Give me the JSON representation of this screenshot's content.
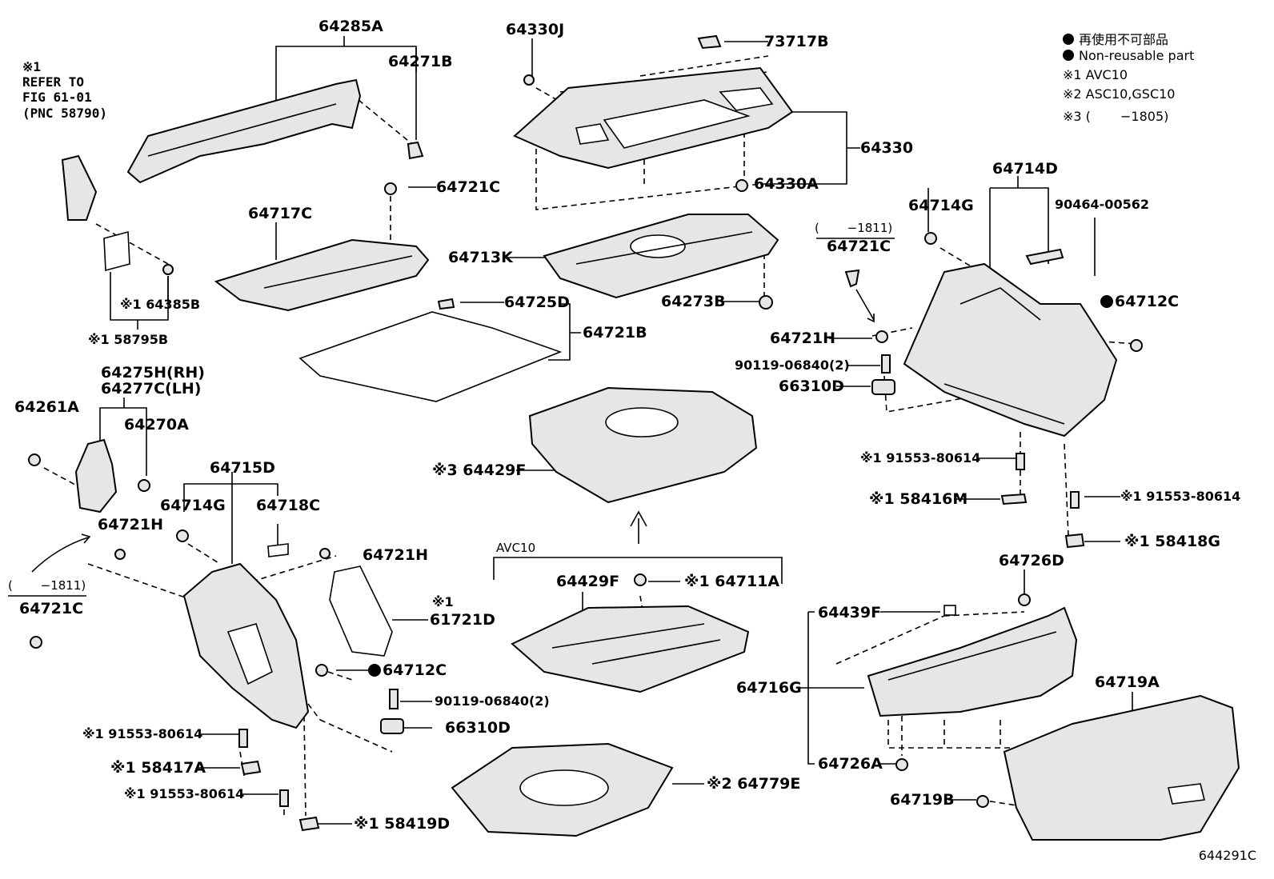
{
  "legend": {
    "line1": "再使用不可部品",
    "line2": "Non-reusable part",
    "note1": "※1 AVC10",
    "note2": "※2 ASC10,GSC10",
    "note3": "※3 (　　 −1805)"
  },
  "refer": {
    "line1": "※1",
    "line2": "REFER TO",
    "line3": "FIG 61-01",
    "line4": "(PNC 58790)"
  },
  "labels": {
    "p64285A": "64285A",
    "p64271B": "64271B",
    "p64330J": "64330J",
    "p73717B": "73717B",
    "p64330": "64330",
    "p64330A": "64330A",
    "p64721C_top": "64721C",
    "p64717C": "64717C",
    "p64713K": "64713K",
    "p64273B": "64273B",
    "p64385B": "※1 64385B",
    "p58795B": "※1 58795B",
    "p64725D": "64725D",
    "p64721B": "64721B",
    "p64714D": "64714D",
    "p64714G_r": "64714G",
    "p90464": "90464-00562",
    "p1811_r": "(　　 −1811)",
    "p64721C_r": "64721C",
    "p64712C_r": "64712C",
    "p64721H_r": "64721H",
    "p90119_r": "90119-06840(2)",
    "p66310D_r": "66310D",
    "p91553_r1": "※1 91553-80614",
    "p58416M": "※1 58416M",
    "p91553_r2": "※1 91553-80614",
    "p58418G": "※1 58418G",
    "p64275H": "64275H(RH)",
    "p64277C": "64277C(LH)",
    "p64261A": "64261A",
    "p64270A": "64270A",
    "p64715D": "64715D",
    "p64714G_l": "64714G",
    "p64718C": "64718C",
    "p64721H_l1": "64721H",
    "p64721H_l2": "64721H",
    "p1811_l": "(　　 −1811)",
    "p64721C_l": "64721C",
    "p61721D_a": "※1",
    "p61721D_b": "61721D",
    "p64712C_l": "64712C",
    "p90119_l": "90119-06840(2)",
    "p66310D_l": "66310D",
    "p91553_l1": "※1 91553-80614",
    "p58417A": "※1 58417A",
    "p91553_l2": "※1 91553-80614",
    "p58419D": "※1 58419D",
    "p64429F_s": "※3 64429F",
    "avc10": "AVC10",
    "p64429F": "64429F",
    "p64711A": "※1 64711A",
    "p64779E": "※2 64779E",
    "p64726D": "64726D",
    "p64439F": "64439F",
    "p64716G": "64716G",
    "p64726A": "64726A",
    "p64719A": "64719A",
    "p64719B": "64719B"
  },
  "figure_id": "644291C"
}
